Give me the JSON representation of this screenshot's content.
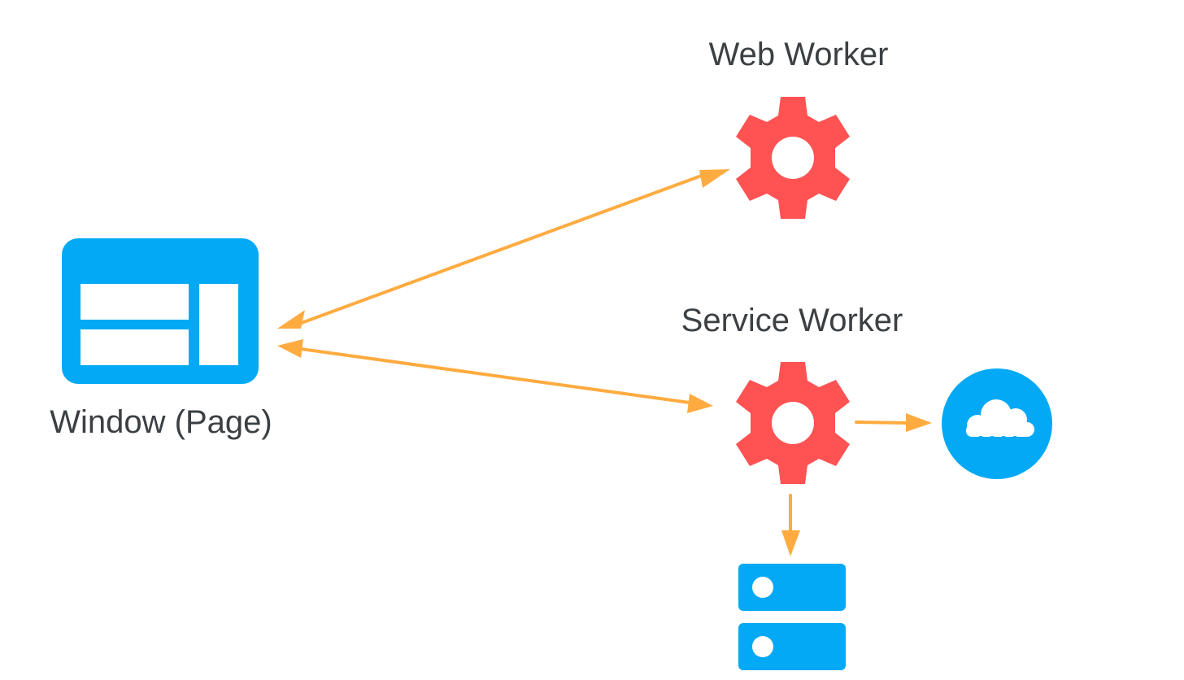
{
  "nodes": {
    "web_worker": {
      "label": "Web Worker",
      "icon": "gear-icon"
    },
    "service_worker": {
      "label": "Service Worker",
      "icon": "gear-icon"
    },
    "window": {
      "label": "Window (Page)",
      "icon": "browser-window-icon"
    },
    "network": {
      "icon": "cloud-icon"
    },
    "storage": {
      "icon": "storage-icon"
    }
  },
  "connections": [
    {
      "from": "window",
      "to": "web_worker",
      "direction": "both"
    },
    {
      "from": "window",
      "to": "service_worker",
      "direction": "both"
    },
    {
      "from": "service_worker",
      "to": "network",
      "direction": "forward"
    },
    {
      "from": "service_worker",
      "to": "storage",
      "direction": "forward"
    }
  ],
  "colors": {
    "gear": "#ff5252",
    "blue": "#03a9f4",
    "arrow": "#ffab40",
    "text": "#3c4043",
    "background": "#ffffff"
  }
}
